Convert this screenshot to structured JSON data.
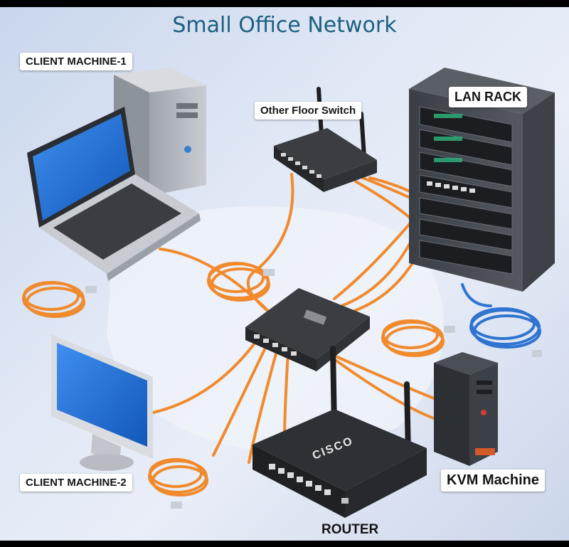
{
  "title": "Small Office Network",
  "labels": {
    "client1": "CLIENT MACHINE-1",
    "other_switch": "Other Floor Switch",
    "lan_rack": "LAN RACK",
    "client2": "CLIENT MACHINE-2",
    "kvm": "KVM Machine",
    "router": "ROUTER"
  },
  "router_brand": "CISCO",
  "colors": {
    "cable_orange": "#f08a2c",
    "cable_blue": "#2f74d0",
    "title_teal": "#1d5f80",
    "screen_blue": "#1f6fd6"
  }
}
